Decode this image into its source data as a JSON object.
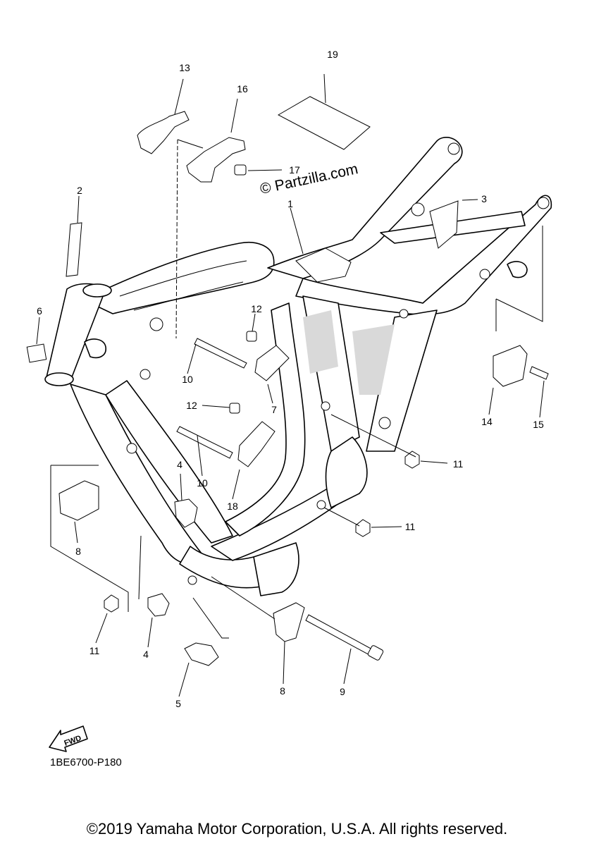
{
  "watermark": "© Partzilla.com",
  "diagram_code": "1BE6700-P180",
  "copyright": "©2019 Yamaha Motor Corporation, U.S.A. All rights reserved.",
  "fwd_label": "FWD",
  "callouts": {
    "c1": "1",
    "c2": "2",
    "c3": "3",
    "c4a": "4",
    "c4b": "4",
    "c5": "5",
    "c6": "6",
    "c7": "7",
    "c8a": "8",
    "c8b": "8",
    "c9": "9",
    "c10a": "10",
    "c10b": "10",
    "c11a": "11",
    "c11b": "11",
    "c11c": "11",
    "c12a": "12",
    "c12b": "12",
    "c13": "13",
    "c14": "14",
    "c15": "15",
    "c16": "16",
    "c17": "17",
    "c18": "18",
    "c19": "19"
  }
}
